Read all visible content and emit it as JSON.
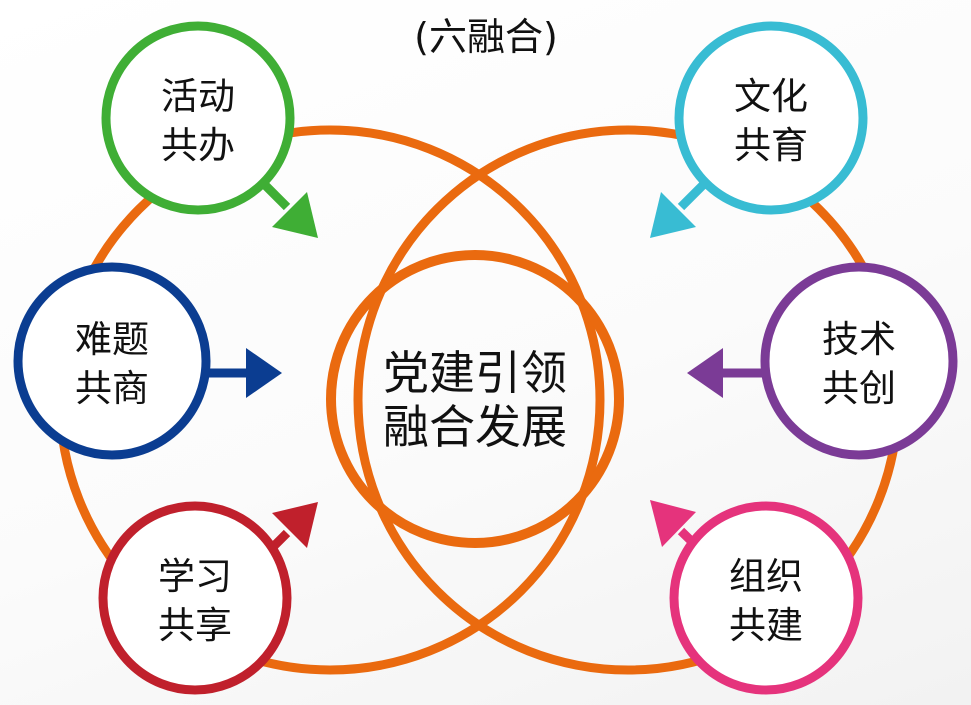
{
  "title": "(六融合)",
  "center": {
    "line1": "党建引领",
    "line2": "融合发展",
    "color": "#ea6a0f"
  },
  "ring_color": "#ea6a0f",
  "nodes": [
    {
      "id": "activity",
      "line1": "活动",
      "line2": "共办",
      "color": "#3fae35"
    },
    {
      "id": "culture",
      "line1": "文化",
      "line2": "共育",
      "color": "#38bcd3"
    },
    {
      "id": "problem",
      "line1": "难题",
      "line2": "共商",
      "color": "#0b3d91"
    },
    {
      "id": "technology",
      "line1": "技术",
      "line2": "共创",
      "color": "#7b3b96"
    },
    {
      "id": "learning",
      "line1": "学习",
      "line2": "共享",
      "color": "#c0202c"
    },
    {
      "id": "organization",
      "line1": "组织",
      "line2": "共建",
      "color": "#e5337c"
    }
  ]
}
